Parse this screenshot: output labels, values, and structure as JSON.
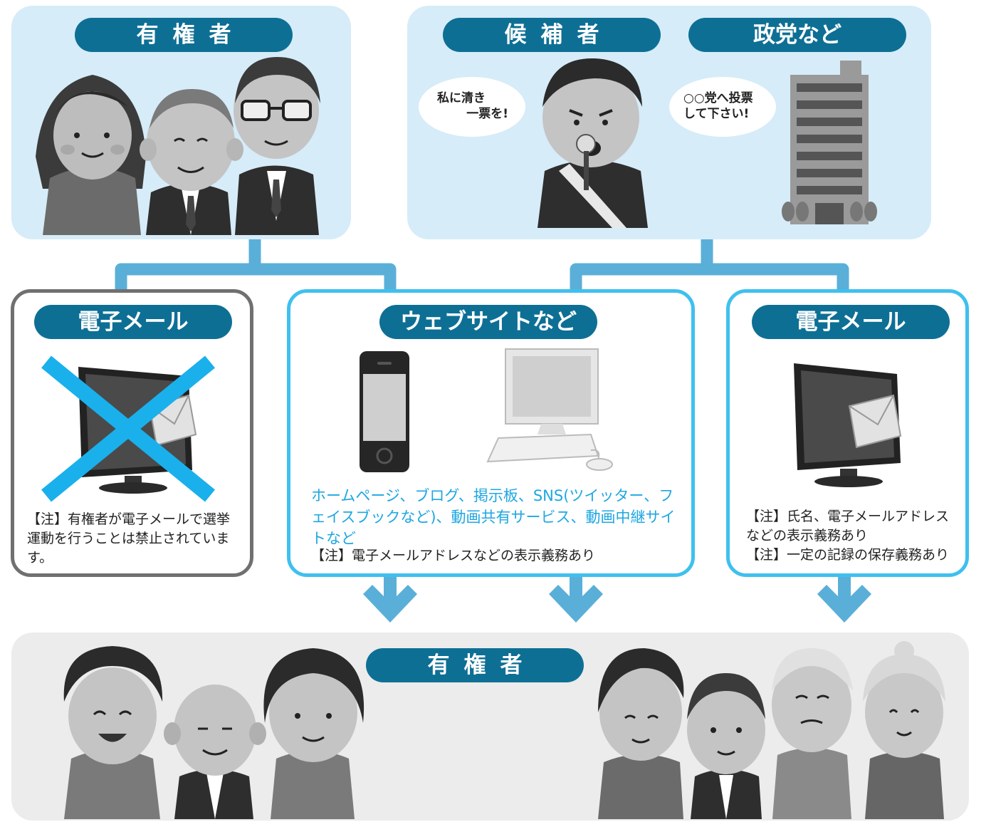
{
  "top_left": {
    "label": "有権者"
  },
  "top_right": {
    "candidate_label": "候補者",
    "party_label": "政党など",
    "candidate_speech": [
      "私に清き",
      "一票を!"
    ],
    "party_speech": [
      "○○党へ投票",
      "して下さい!"
    ]
  },
  "email_left": {
    "label": "電子メール",
    "note": "【注】有権者が電子メールで選挙運動を行うことは禁止されています。"
  },
  "website": {
    "label": "ウェブサイトなど",
    "services": "ホームページ、ブログ、掲示板、SNS(ツイッター、フェイスブックなど)、動画共有サービス、動画中継サイトなど",
    "note": "【注】電子メールアドレスなどの表示義務あり"
  },
  "email_right": {
    "label": "電子メール",
    "note1": "【注】氏名、電子メールアドレスなどの表示義務あり",
    "note2": "【注】一定の記録の保存義務あり"
  },
  "bottom": {
    "label": "有権者"
  },
  "colors": {
    "pill": "#0e6f95",
    "connector": "#5aafd8",
    "cyan": "#3fc0ee",
    "panel_blue": "#d6ecf8",
    "panel_gray": "#ececec"
  }
}
